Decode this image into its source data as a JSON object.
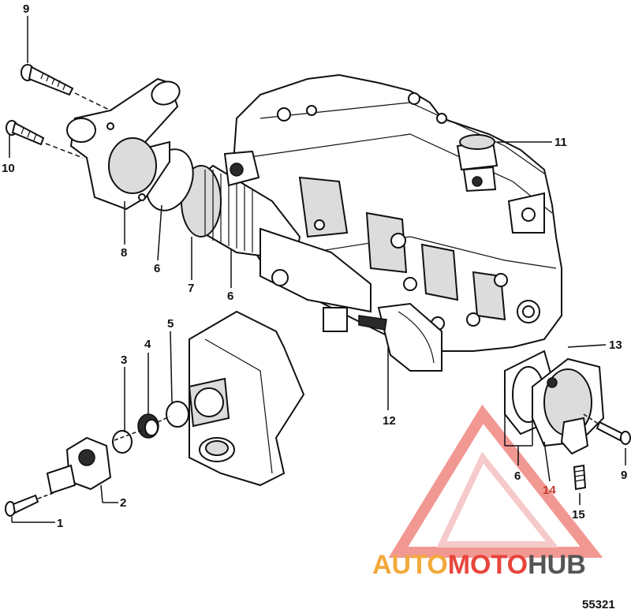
{
  "diagram": {
    "figure_number": "55321",
    "watermark": {
      "part1": "AUTO",
      "part2": "MOTO",
      "part3": "HUB",
      "color_orange": "#f2a93b",
      "color_red": "#e8453c",
      "color_dark": "#555555"
    },
    "callouts": {
      "c9_top": "9",
      "c10": "10",
      "c8": "8",
      "c6_a": "6",
      "c7": "7",
      "c6_b": "6",
      "c11": "11",
      "c5": "5",
      "c4": "4",
      "c3": "3",
      "c2": "2",
      "c1": "1",
      "c12": "12",
      "c13": "13",
      "c6_c": "6",
      "c14": "14",
      "c9_right": "9",
      "c15": "15"
    }
  }
}
